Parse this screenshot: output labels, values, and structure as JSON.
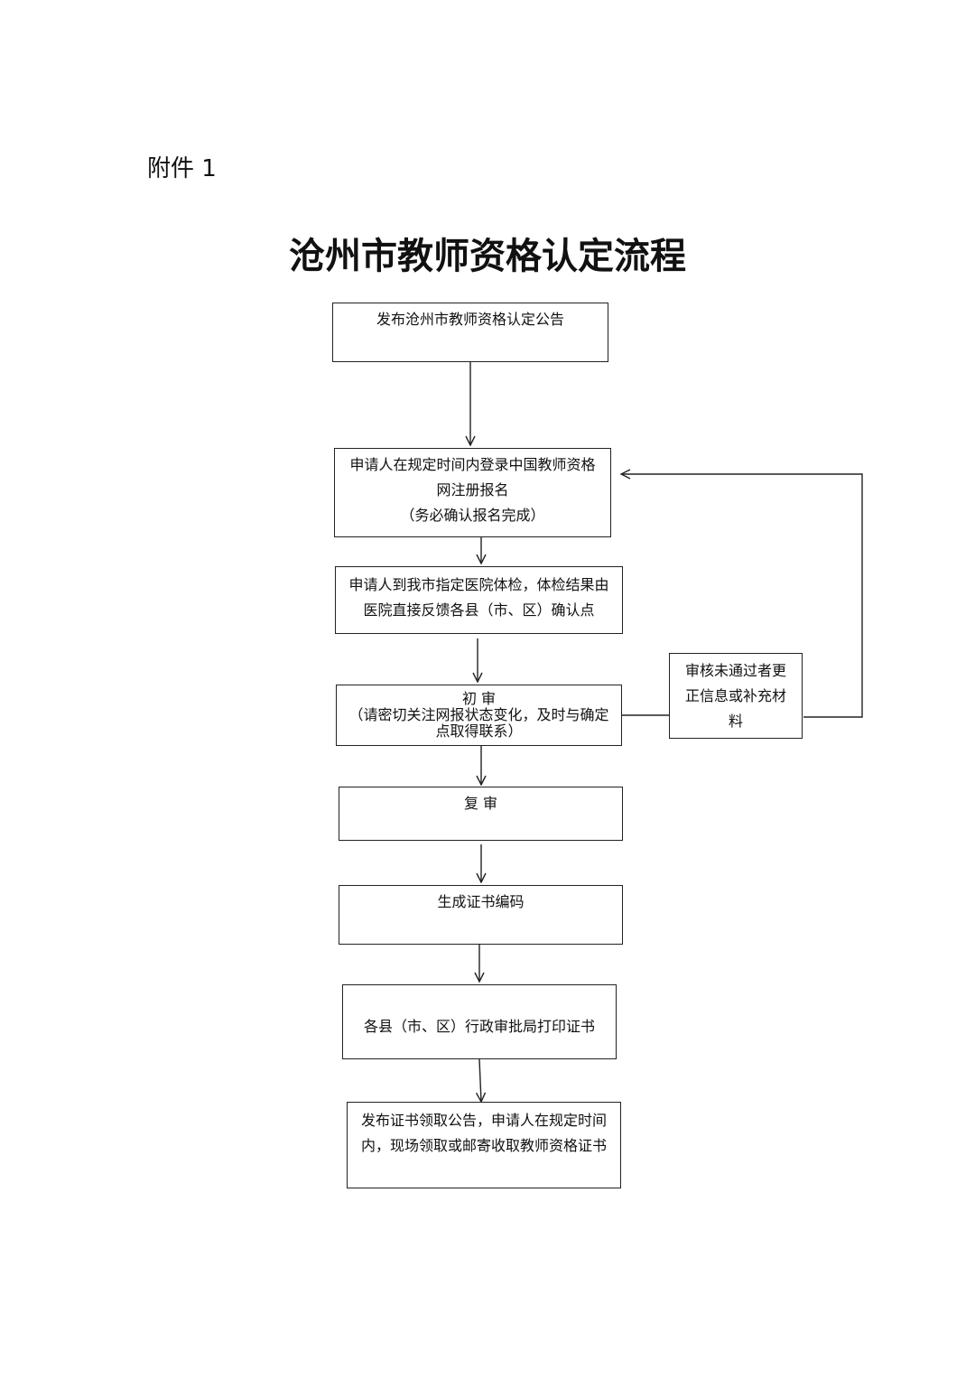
{
  "header": {
    "attachment_label": "附件 1",
    "title": "沧州市教师资格认定流程"
  },
  "flow": {
    "announce": {
      "line1": "发布沧州市教师资格认定公告"
    },
    "register": {
      "line1": "申请人在规定时间内登录中国教师资格",
      "line2": "网注册报名",
      "line3": "（务必确认报名完成）"
    },
    "medical": {
      "line1": "申请人到我市指定医院体检，体检结果由",
      "line2": "医院直接反馈各县（市、区）确认点"
    },
    "first_review": {
      "line1": "初    审",
      "line2": "（请密切关注网报状态变化，及时与确定",
      "line3": "点取得联系）"
    },
    "correction": {
      "line1": "审核未通过者更",
      "line2": "正信息或补充材",
      "line3": "料"
    },
    "second_review": {
      "line1": "复    审"
    },
    "certificate_number": {
      "line1": "生成证书编码"
    },
    "print_certificate": {
      "line1": "各县（市、区）行政审批局打印证书"
    },
    "collect_certificate": {
      "line1": "发布证书领取公告，申请人在规定时间",
      "line2": "内，现场领取或邮寄收取教师资格证书"
    }
  }
}
